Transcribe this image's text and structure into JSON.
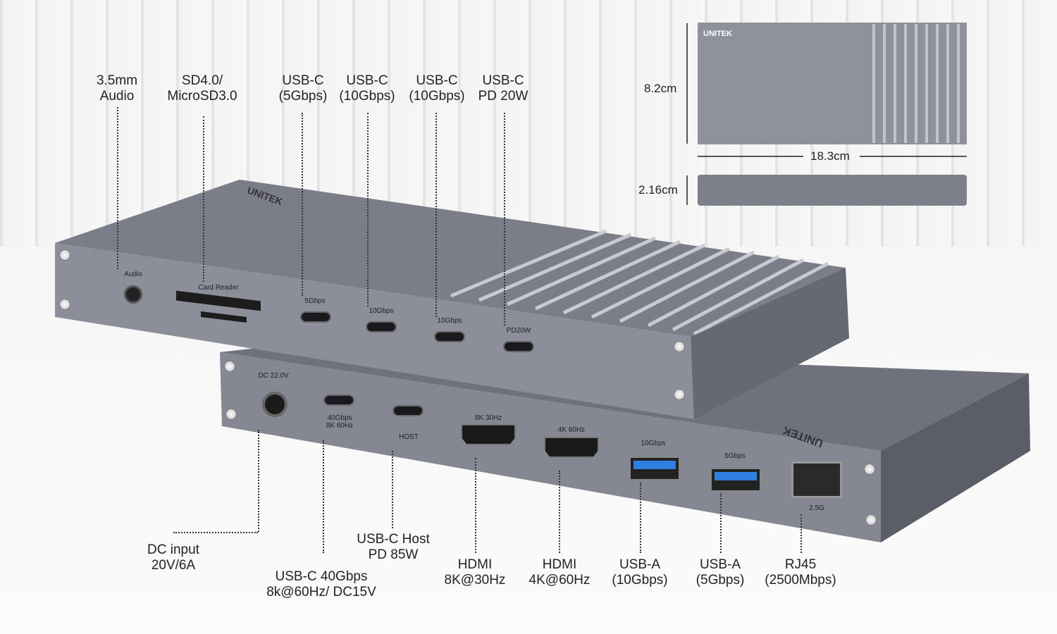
{
  "brand": "UNITEK",
  "top_labels": [
    {
      "id": "audio",
      "text": "3.5mm\nAudio"
    },
    {
      "id": "sd",
      "text": "SD4.0/\nMicroSD3.0"
    },
    {
      "id": "usbc5",
      "text": "USB-C\n(5Gbps)"
    },
    {
      "id": "usbc10a",
      "text": "USB-C\n(10Gbps)"
    },
    {
      "id": "usbc10b",
      "text": "USB-C\n(10Gbps)"
    },
    {
      "id": "usbcpd",
      "text": "USB-C\nPD 20W"
    }
  ],
  "bottom_labels": [
    {
      "id": "dc",
      "text": "DC input\n20V/6A"
    },
    {
      "id": "usbc40",
      "text": "USB-C 40Gbps\n8k@60Hz/ DC15V"
    },
    {
      "id": "host",
      "text": "USB-C Host\nPD 85W"
    },
    {
      "id": "hdmi8k",
      "text": "HDMI\n8K@30Hz"
    },
    {
      "id": "hdmi4k",
      "text": "HDMI\n4K@60Hz"
    },
    {
      "id": "usba10",
      "text": "USB-A\n(10Gbps)"
    },
    {
      "id": "usba5",
      "text": "USB-A\n(5Gbps)"
    },
    {
      "id": "rj45",
      "text": "RJ45\n(2500Mbps)"
    }
  ],
  "dimensions": {
    "height": "8.2cm",
    "width": "18.3cm",
    "thickness": "2.16cm"
  },
  "device_top_print": {
    "audio": "Audio",
    "card": "Card Reader",
    "p1": "5Gbps",
    "p2": "10Gbps",
    "p3": "10Gbps",
    "p4": "PD20W"
  },
  "device_bottom_print": {
    "dc": "DC 22.0V",
    "tb": "40Gbps\n8K 60Hz",
    "host": "HOST",
    "hdmi1": "8K 30Hz",
    "hdmi2": "4K 60Hz",
    "a1": "10Gbps",
    "a2": "5Gbps",
    "lan": "2.5G"
  },
  "colors": {
    "body": "#7a7c88",
    "face": "#8b8d99",
    "accent": "#2f7fe0"
  }
}
